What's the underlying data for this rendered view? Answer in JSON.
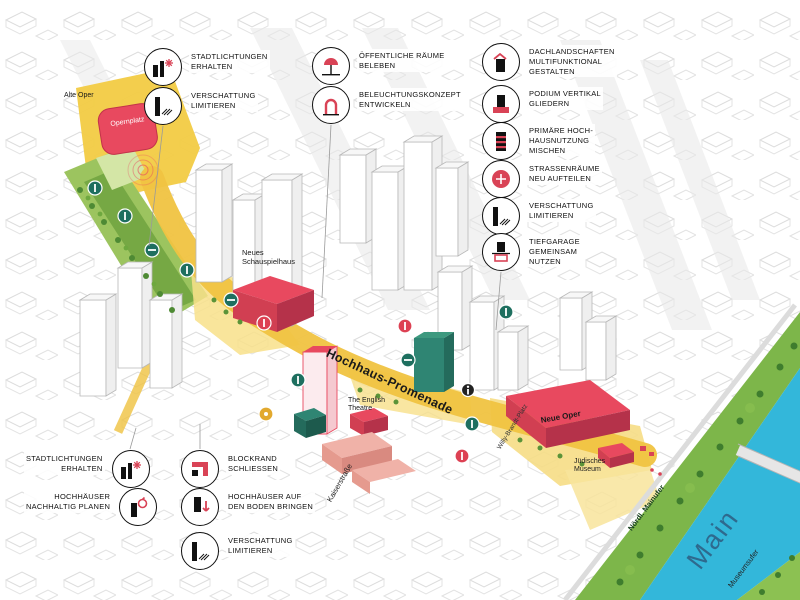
{
  "map_labels": {
    "alte_oper": "Alte Oper",
    "opernplatz": "Opernplatz",
    "neues_schauspielhaus": "Neues\nSchauspielhaus",
    "english_theatre": "The English\nTheatre",
    "hochhaus_promenade": "Hochhaus-Promenade",
    "kaiserstrasse": "Kaiserstraße",
    "willy_brandt_platz": "Willy-Brandt-Platz",
    "neue_oper": "Neue Oper",
    "juedisches_museum": "Jüdisches\nMuseum",
    "noerdl_mainufer": "Nördl. Mainufer",
    "main_river": "Main",
    "museumsufer": "Museumsufer"
  },
  "legend_top_left": {
    "items": [
      {
        "icon": "stadtlichtungen-icon",
        "label": "STADTLICHTUNGEN\nERHALTEN"
      },
      {
        "icon": "verschattung-icon",
        "label": "VERSCHATTUNG\nLIMITIEREN"
      }
    ]
  },
  "legend_top_center": {
    "items": [
      {
        "icon": "oeffentliche-raeume-icon",
        "label": "ÖFFENTLICHE RÄUME\nBELEBEN"
      },
      {
        "icon": "beleuchtung-icon",
        "label": "BELEUCHTUNGSKONZEPT\nENTWICKELN"
      }
    ]
  },
  "legend_top_right": {
    "items": [
      {
        "icon": "dachlandschaften-icon",
        "label": "DACHLANDSCHAFTEN\nMULTIFUNKTIONAL\nGESTALTEN"
      },
      {
        "icon": "podium-icon",
        "label": "PODIUM VERTIKAL\nGLIEDERN"
      },
      {
        "icon": "hochhausnutzung-icon",
        "label": "PRIMÄRE HOCH-\nHAUSNUTZUNG\nMISCHEN"
      },
      {
        "icon": "strassenraeume-icon",
        "label": "STRASSENRÄUME\nNEU AUFTEILEN"
      },
      {
        "icon": "verschattung-icon",
        "label": "VERSCHATTUNG\nLIMITIEREN"
      },
      {
        "icon": "tiefgarage-icon",
        "label": "TIEFGARAGE\nGEMEINSAM\nNUTZEN"
      }
    ]
  },
  "legend_bottom_left": {
    "col1": [
      {
        "icon": "stadtlichtungen-icon",
        "label": "STADTLICHTUNGEN\nERHALTEN"
      },
      {
        "icon": "nachhaltig-icon",
        "label": "HOCHHÄUSER\nNACHHALTIG PLANEN"
      }
    ],
    "col2": [
      {
        "icon": "blockrand-icon",
        "label": "BLOCKRAND\nSCHLIESSEN"
      },
      {
        "icon": "boden-icon",
        "label": "HOCHHÄUSER AUF\nDEN BODEN BRINGEN"
      },
      {
        "icon": "verschattung-icon",
        "label": "VERSCHATTUNG\nLIMITIEREN"
      }
    ]
  },
  "colors": {
    "promenade_yellow": "#f0c341",
    "plaza_yellow": "#f8e08a",
    "landmark_red": "#e8495f",
    "accent_red": "#d94356",
    "park_green": "#9cc45f",
    "tree_green": "#4e8a34",
    "teal_building": "#2f8573",
    "river_blue": "#33b7da",
    "bank_green": "#7db64a",
    "outline_gray": "#c9c9c9",
    "badge_teal": "#1e6f5f",
    "badge_red": "#dd4153",
    "badge_yellow": "#e2a92e",
    "main_label_blue": "#2e6a8e"
  }
}
